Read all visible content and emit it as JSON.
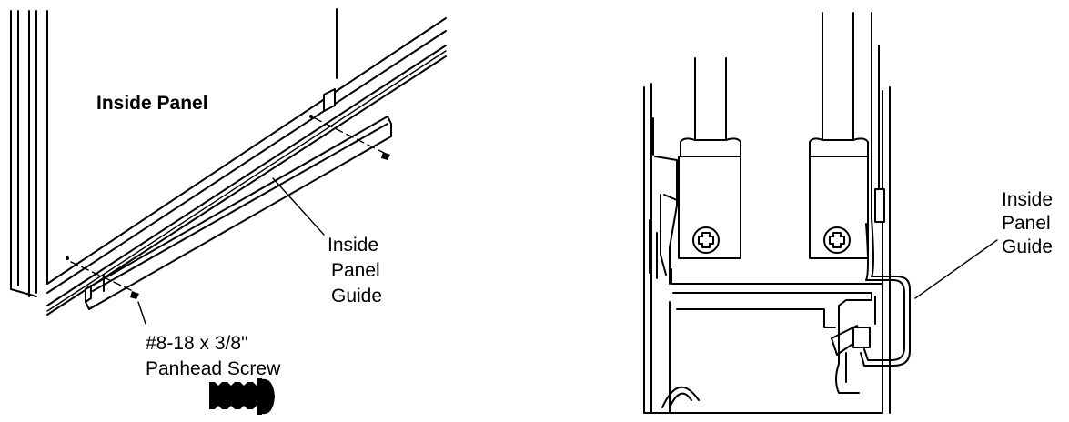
{
  "left_view": {
    "panel_label": "Inside Panel",
    "guide_label": [
      "Inside",
      "Panel",
      "Guide"
    ],
    "screw_label": [
      "#8-18 x 3/8\"",
      "Panhead Screw"
    ]
  },
  "right_view": {
    "guide_label": [
      "Inside",
      "Panel",
      "Guide"
    ]
  }
}
